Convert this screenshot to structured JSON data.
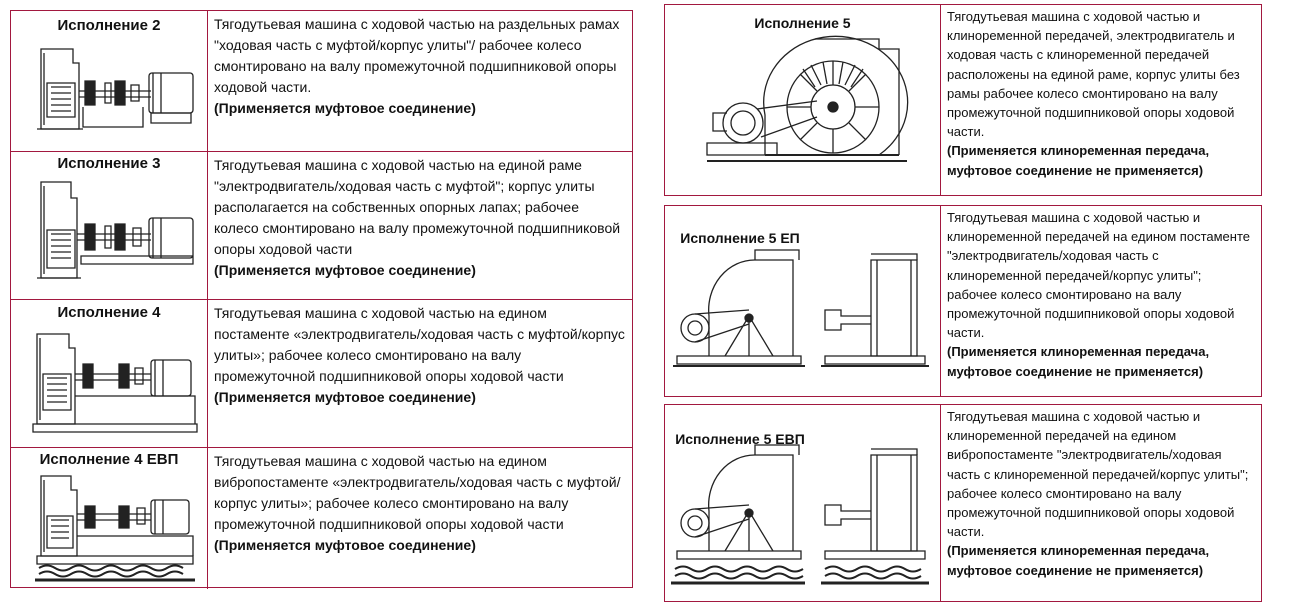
{
  "rows_left": [
    {
      "title": "Исполнение 2",
      "description": "Тягодутьевая машина с ходовой частью на раздельных рамах \"ходовая часть с муфтой/корпус улиты\"/ рабочее колесо смонтировано на валу промежуточной подшипниковой опоры ходовой части.",
      "note": "(Применяется муфтовое соединение)"
    },
    {
      "title": "Исполнение 3",
      "description": "Тягодутьевая машина с ходовой частью на единой раме \"электродвигатель/ходовая часть с муфтой\"; корпус улиты располагается на собственных опорных лапах; рабочее колесо смонтировано на валу промежуточной подшипниковой опоры ходовой части",
      "note": "(Применяется муфтовое соединение)"
    },
    {
      "title": "Исполнение 4",
      "description": "Тягодутьевая машина с ходовой частью на едином постаменте «электродвигатель/ходовая часть с муфтой/корпус улиты»; рабочее колесо смонтировано на валу промежуточной подшипниковой опоры ходовой части",
      "note": "(Применяется муфтовое соединение)"
    },
    {
      "title": "Исполнение 4 ЕВП",
      "description": "Тягодутьевая машина с ходовой частью на едином вибропостаменте «электродвигатель/ходовая часть с муфтой/корпус улиты»; рабочее колесо смонтировано на валу промежуточной подшипниковой опоры ходовой части",
      "note": "(Применяется муфтовое соединение)"
    }
  ],
  "rows_right": [
    {
      "title": "Исполнение 5",
      "description": "Тягодутьевая машина с ходовой частью и клиноременной передачей, электродвигатель и ходовая часть с клиноременной передачей расположены на единой раме, корпус улиты без рамы рабочее колесо смонтировано на валу промежуточной подшипниковой опоры ходовой части.",
      "note": "(Применяется клиноременная передача, муфтовое соединение не применяется)"
    },
    {
      "title": "Исполнение 5 ЕП",
      "description": "Тягодутьевая машина с ходовой частью и клиноременной передачей на едином постаменте \"электродвигатель/ходовая часть с клиноременной передачей/корпус улиты\"; рабочее колесо смонтировано на валу промежуточной подшипниковой опоры ходовой части.",
      "note": "(Применяется клиноременная передача, муфтовое соединение не применяется)"
    },
    {
      "title": "Исполнение 5 ЕВП",
      "description": "Тягодутьевая машина с ходовой частью и клиноременной передачей на едином вибропостаменте \"электродвигатель/ходовая часть с клиноременной передачей/корпус улиты\"; рабочее колесо смонтировано на валу промежуточной подшипниковой опоры ходовой части.",
      "note": "(Применяется клиноременная передача, муфтовое соединение не применяется)"
    }
  ],
  "colors": {
    "border": "#a2183f",
    "drawing": "#222222",
    "text": "#111111"
  }
}
